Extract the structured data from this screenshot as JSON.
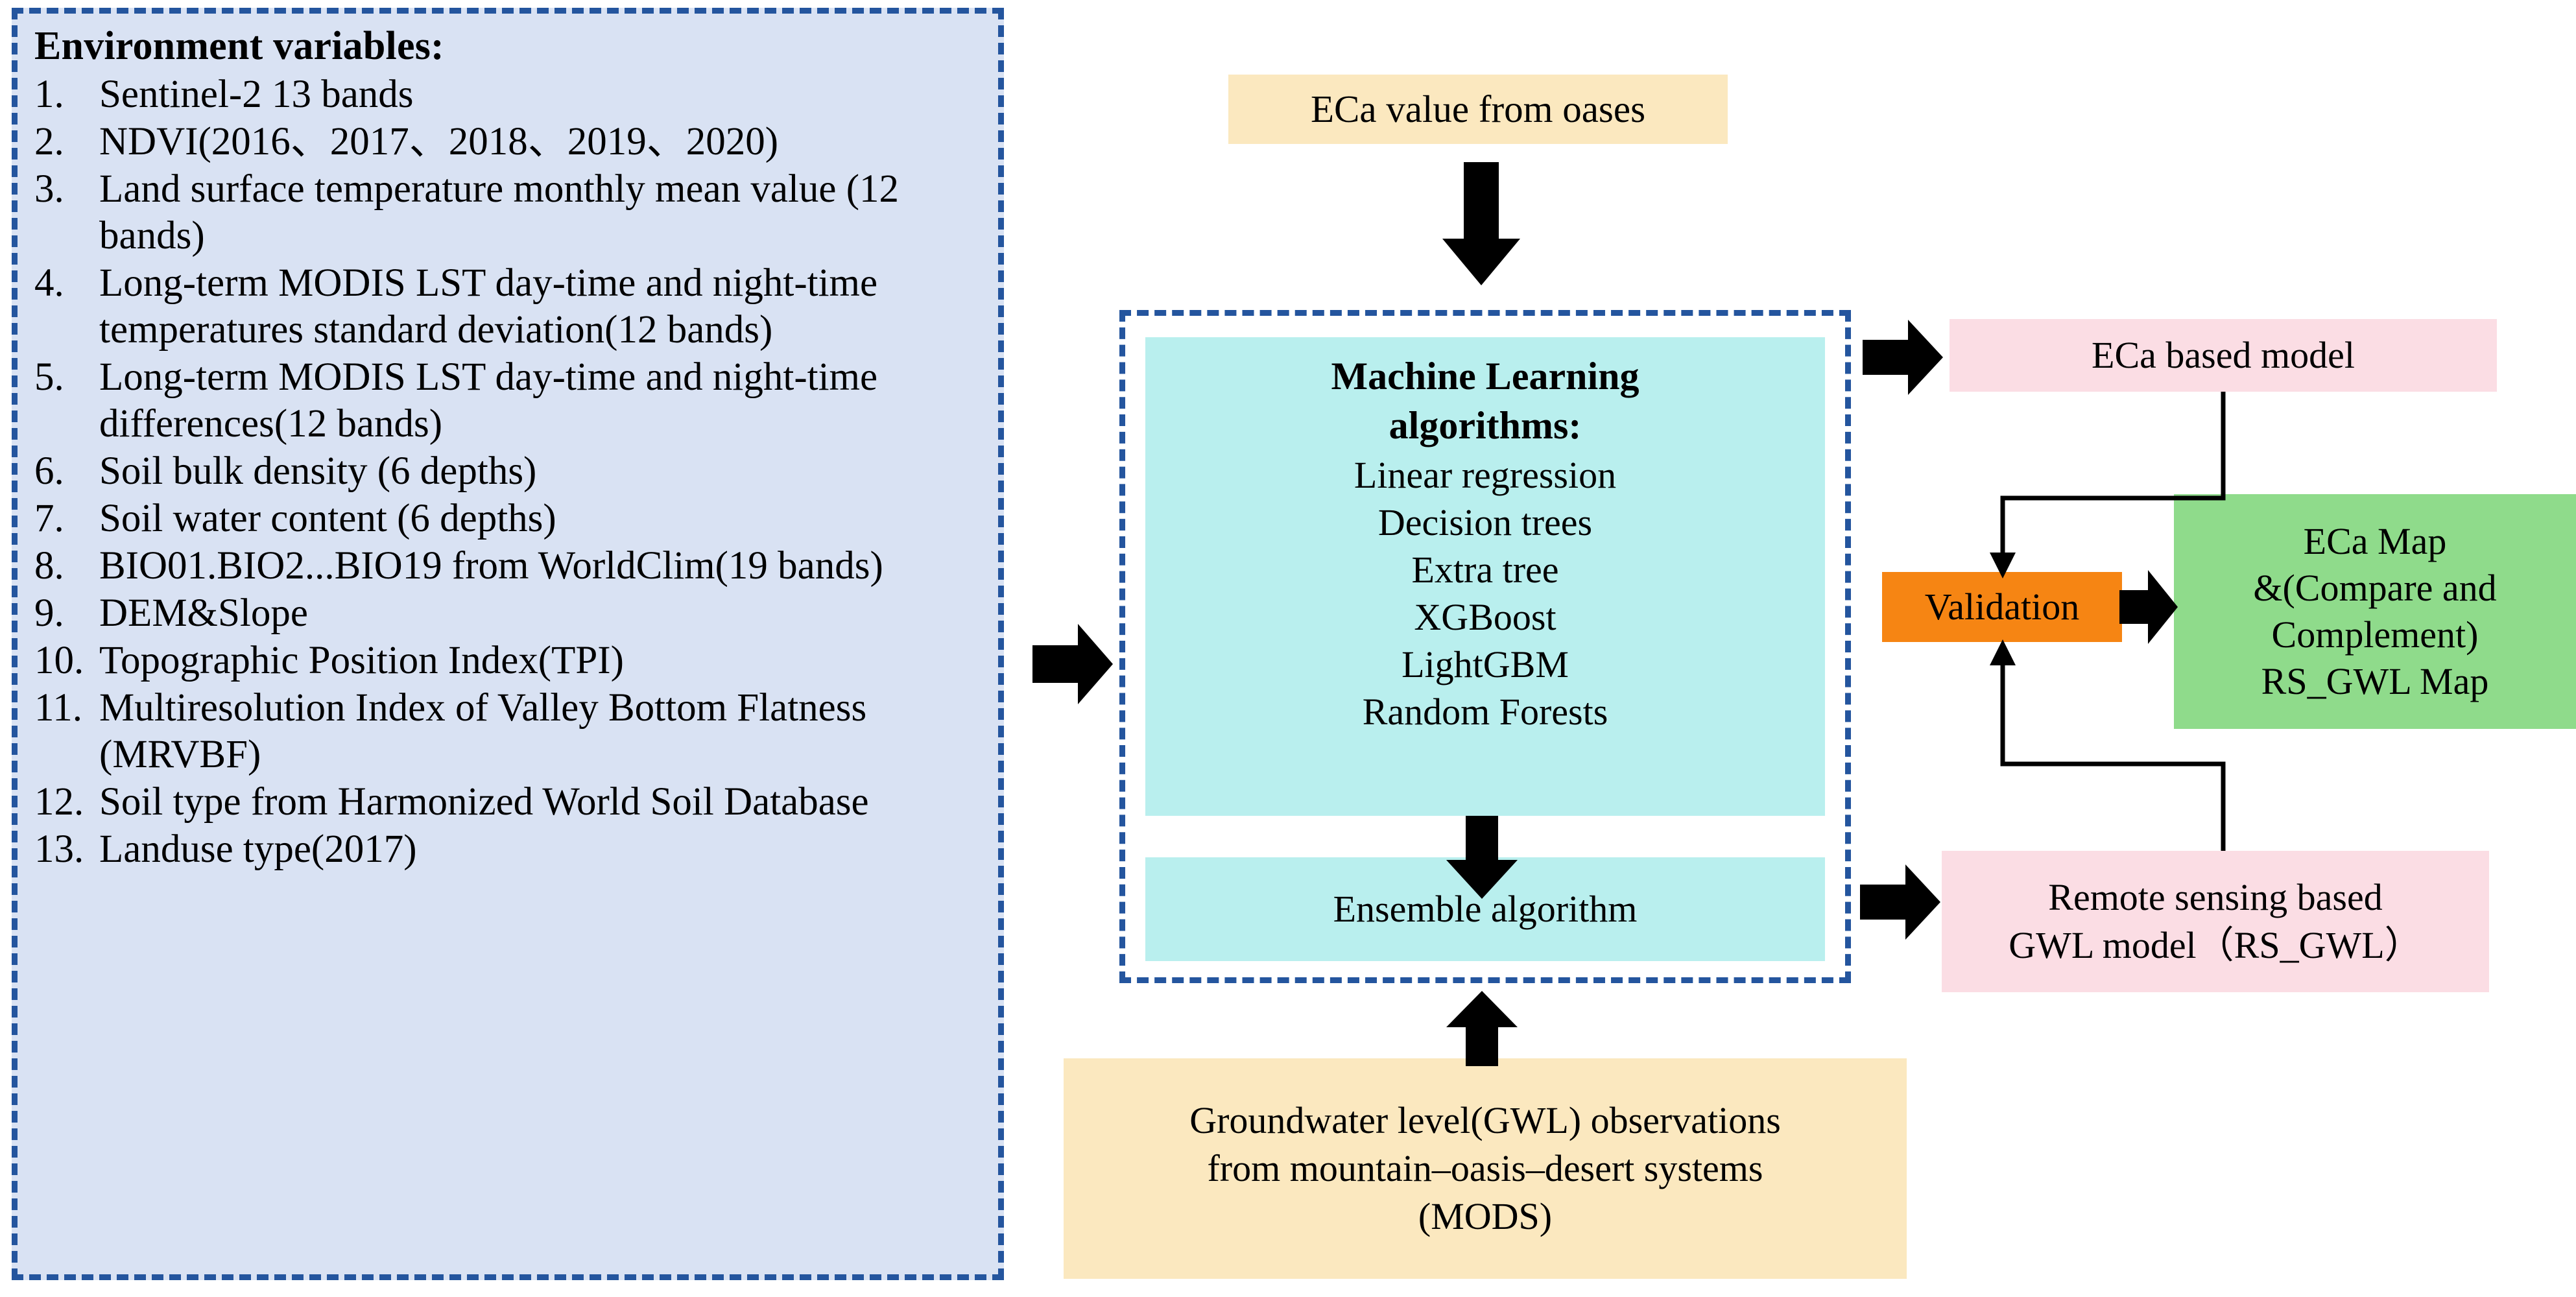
{
  "env_panel": {
    "title": "Environment variables:",
    "items": [
      {
        "num": "1.",
        "text": "Sentinel-2 13 bands"
      },
      {
        "num": "2.",
        "text": "NDVI(2016、2017、2018、2019、2020)"
      },
      {
        "num": "3.",
        "text": "Land surface temperature monthly mean value (12 bands)"
      },
      {
        "num": "4.",
        "text": "Long-term MODIS LST day-time and night-time temperatures standard deviation(12 bands)"
      },
      {
        "num": "5.",
        "text": "Long-term MODIS LST day-time and night-time differences(12 bands)"
      },
      {
        "num": "6.",
        "text": "Soil bulk density (6 depths)"
      },
      {
        "num": "7.",
        "text": "Soil water content  (6 depths)"
      },
      {
        "num": "8.",
        "text": "BIO01.BIO2...BIO19 from WorldClim(19 bands)"
      },
      {
        "num": "9.",
        "text": "DEM&Slope"
      },
      {
        "num": "10.",
        "text": "Topographic Position Index(TPI)"
      },
      {
        "num": "11.",
        "text": "Multiresolution Index of Valley Bottom Flatness (MRVBF)"
      },
      {
        "num": "12.",
        "text": "Soil type from Harmonized World Soil Database"
      },
      {
        "num": "13.",
        "text": "Landuse type(2017)"
      }
    ]
  },
  "eca_value_box": {
    "label": "ECa value from oases"
  },
  "ml_box": {
    "heading_line1": "Machine Learning",
    "heading_line2": "algorithms:",
    "algorithms": [
      "Linear regression",
      "Decision trees",
      "Extra tree",
      "XGBoost",
      "LightGBM",
      "Random Forests"
    ]
  },
  "ensemble_box": {
    "label": "Ensemble algorithm"
  },
  "gwl_obs_box": {
    "line1": "Groundwater level(GWL) observations",
    "line2": "from mountain–oasis–desert systems",
    "line3": "(MODS)"
  },
  "eca_model_box": {
    "label": "ECa based model"
  },
  "validation_box": {
    "label": "Validation"
  },
  "map_box": {
    "line1": "ECa Map",
    "line2": "&(Compare and",
    "line3": "Complement)",
    "line4": "RS_GWL Map"
  },
  "rs_gwl_box": {
    "line1": "Remote sensing based",
    "line2": "GWL model（RS_GWL）"
  },
  "colors": {
    "panel_fill": "#d9e2f3",
    "dashed_border": "#24559e",
    "yellow_fill": "#fbe8bf",
    "cyan_fill": "#b9efee",
    "pink_fill": "#fbdde4",
    "orange_fill": "#f68513",
    "green_fill": "#8fdb8b",
    "arrow_black": "#000000"
  },
  "arrows": [
    {
      "name": "eca-value-to-ml",
      "direction": "down"
    },
    {
      "name": "env-to-ml",
      "direction": "right"
    },
    {
      "name": "ml-to-ensemble",
      "direction": "down"
    },
    {
      "name": "gwl-obs-to-ml",
      "direction": "up"
    },
    {
      "name": "ml-to-eca-model",
      "direction": "right"
    },
    {
      "name": "ensemble-to-rs-gwl",
      "direction": "right"
    },
    {
      "name": "validation-to-map",
      "direction": "right"
    }
  ]
}
